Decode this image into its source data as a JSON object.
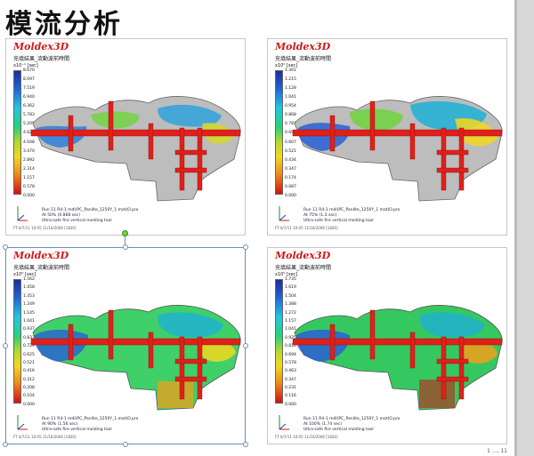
{
  "page_title": "模流分析",
  "panels": [
    {
      "logo": "Moldex3D",
      "subtitle": "充填結果_流動波前時間",
      "unit": "x10⁻¹ [sec]",
      "legend_ticks": [
        "8.670",
        "8.097",
        "7.519",
        "6.940",
        "6.362",
        "5.783",
        "5.205",
        "4.627",
        "4.048",
        "3.470",
        "2.892",
        "2.314",
        "1.157",
        "0.578",
        "0.000"
      ],
      "info_lines": [
        "Run 11 R4-1 mdl(PC_Panlite_1250Y_1 mat)O.pro",
        "At 50% (0.868 sec)",
        "Ultra-safe fire vertical molding tool"
      ],
      "footer": "FT 6/7/11 10:05 11/16/2006 [1826]"
    },
    {
      "logo": "Moldex3D",
      "subtitle": "充填結果_流動波前時間",
      "unit": "x10⁰ [sec]",
      "legend_ticks": [
        "1.301",
        "1.215",
        "1.128",
        "1.041",
        "0.954",
        "0.868",
        "0.781",
        "0.694",
        "0.607",
        "0.521",
        "0.434",
        "0.347",
        "0.174",
        "0.087",
        "0.000"
      ],
      "info_lines": [
        "Run 11 R4-1 mdl(PC_Panlite_1250Y_1 mat)O.pro",
        "At 75% (1.3 sec)",
        "Ultra-safe fire vertical molding tool"
      ],
      "footer": "FT 6/7/11 10:05 11/16/2006 [1826]"
    },
    {
      "logo": "Moldex3D",
      "subtitle": "充填結果_流動波前時間",
      "unit": "x10⁰ [sec]",
      "legend_ticks": [
        "1.562",
        "1.458",
        "1.353",
        "1.249",
        "1.145",
        "1.041",
        "0.937",
        "0.833",
        "0.729",
        "0.625",
        "0.521",
        "0.416",
        "0.312",
        "0.208",
        "0.104",
        "0.000"
      ],
      "info_lines": [
        "Run 11 R4-1 mdl(PC_Panlite_1250Y_1 mat)O.pro",
        "At 90% (1.56 sec)",
        "Ultra-safe fire vertical molding tool"
      ],
      "footer": "FT 6/7/11 10:05 11/16/2006 [1826]"
    },
    {
      "logo": "Moldex3D",
      "subtitle": "充填結果_流動波前時間",
      "unit": "x10⁰ [sec]",
      "legend_ticks": [
        "1.735",
        "1.619",
        "1.504",
        "1.388",
        "1.272",
        "1.157",
        "1.041",
        "0.925",
        "0.810",
        "0.694",
        "0.578",
        "0.463",
        "0.347",
        "0.231",
        "0.116",
        "0.000"
      ],
      "info_lines": [
        "Run 11 R4-1 mdl(PC_Panlite_1250Y_1 mat)O.pro",
        "At 100% (1.74 sec)",
        "Ultra-safe fire vertical molding tool"
      ],
      "footer": "FT 6/7/11 10:05 11/16/2006 [1826]"
    }
  ],
  "colors": {
    "logo_red": "#d01a1a",
    "runner_red": "#e0201a",
    "gray_part": "#bdbdbd",
    "selection_border": "#6e8fb3"
  },
  "icons": [
    "axis-triad-icon",
    "selection-handle-icon",
    "rotate-handle-icon"
  ],
  "corner_text": "1 ..., 11"
}
